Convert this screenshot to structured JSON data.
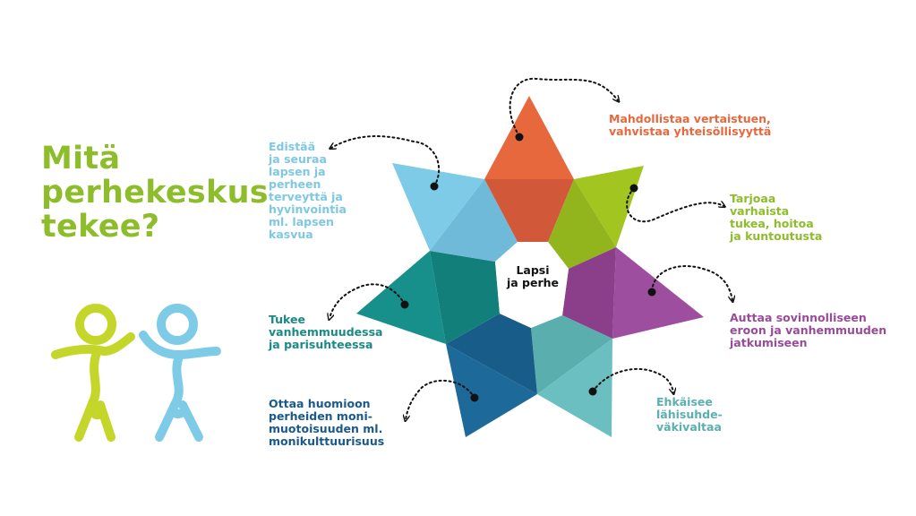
{
  "title": [
    "Mitä",
    "perhekeskus",
    "tekee?"
  ],
  "center": [
    "Lapsi",
    "ja perhe"
  ],
  "labels": {
    "top": {
      "lines": [
        "Mahdollistaa vertaistuen,",
        "vahvistaa yhteisöllisyyttä"
      ],
      "color": "#e8683d"
    },
    "upper_right": {
      "lines": [
        "Tarjoaa",
        "varhaista",
        "tukea, hoitoa",
        "ja kuntoutusta"
      ],
      "color": "#8dbd2a"
    },
    "right": {
      "lines": [
        "Auttaa sovinnolliseen",
        "eroon ja vanhemmuuden",
        "jatkumiseen"
      ],
      "color": "#9a4a9a"
    },
    "lower_right": {
      "lines": [
        "Ehkäisee",
        "lähisuhde-",
        "väkivaltaa"
      ],
      "color": "#5ab0b0"
    },
    "lower_left": {
      "lines": [
        "Ottaa huomioon",
        "perheiden moni-",
        "muotoisuuden ml.",
        "monikulttuurisuus"
      ],
      "color": "#1a5a8a"
    },
    "left": {
      "lines": [
        "Tukee",
        "vanhemmuudessa",
        "ja parisuhteessa"
      ],
      "color": "#1a8a86"
    },
    "upper_left": {
      "lines": [
        "Edistää",
        "ja seuraa",
        "lapsen ja",
        "perheen",
        "terveyttä ja",
        "hyvinvointia",
        "ml. lapsen",
        "kasvua"
      ],
      "color": "#7ec8e3"
    }
  },
  "colors": {
    "orange": "#e8683d",
    "green": "#a3c520",
    "purple": "#9e4e9e",
    "teal_light": "#6cbfc0",
    "blue_dark": "#1d6a9a",
    "teal_dark": "#178f8a",
    "sky": "#7ecbe8"
  },
  "figures": {
    "left_person_color": "#c5d62a",
    "right_person_color": "#7ecbe8"
  }
}
